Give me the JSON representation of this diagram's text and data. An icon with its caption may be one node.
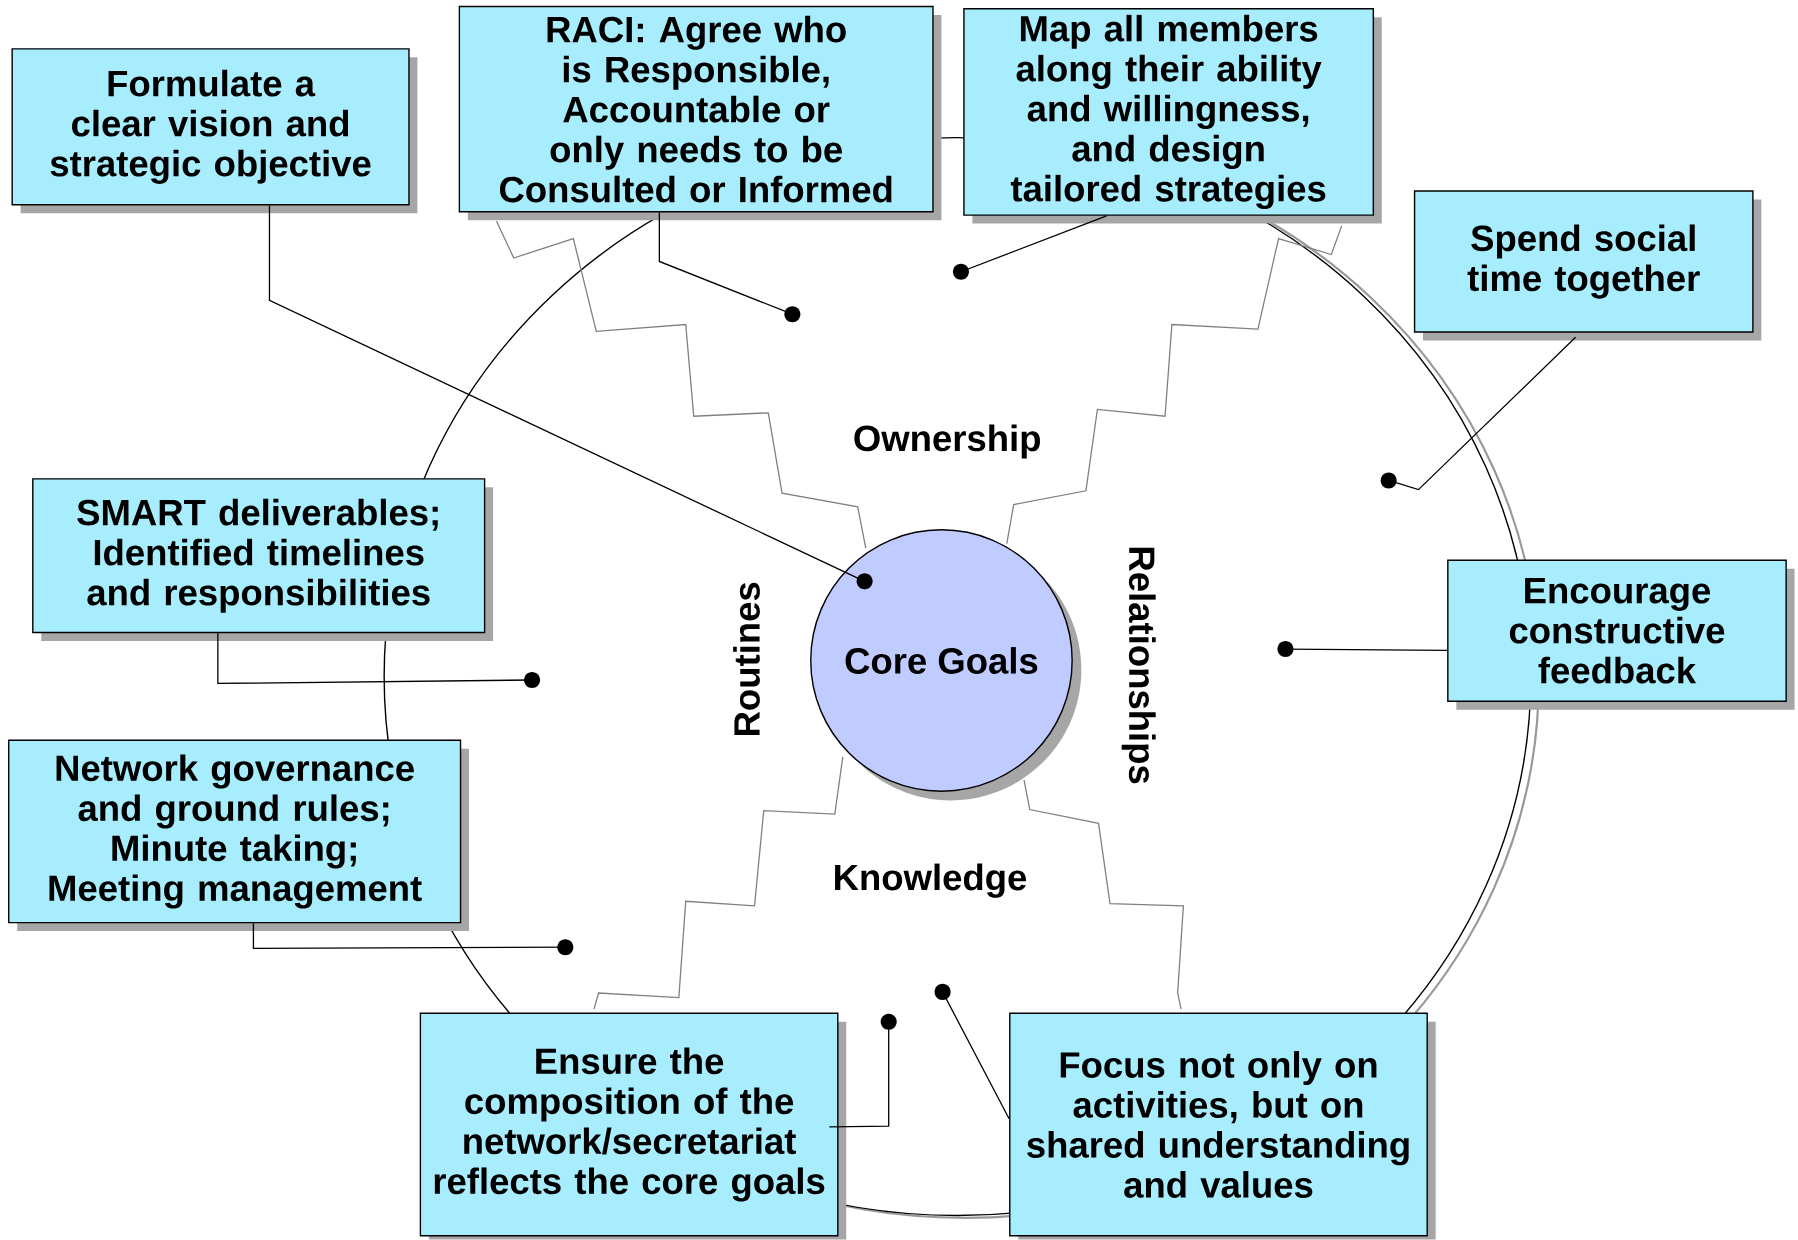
{
  "diagram": {
    "nodes": [
      {
        "text": [
          "Formulate a clear vision and strategic objective"
        ]
      },
      {
        "text": [
          "RACI: Agree who is Responsible, Accountable or only needs to be Consulted or Informed"
        ]
      },
      {
        "text": [
          "Map all members along their ability and willingness, and design tailored strategies"
        ]
      },
      {
        "text": [
          "Spend social time together"
        ]
      },
      {
        "text": [
          "SMART deliverables; Identified timelines and responsibilities"
        ]
      },
      {
        "text": [
          "Core Goals"
        ]
      },
      {
        "text": [
          "Encourage constructive feedback"
        ]
      },
      {
        "text": [
          "Network governance and ground rules; Minute taking; Meeting management"
        ]
      },
      {
        "text": [
          "Ensure the composition of the network/secretariat reflects the core goals"
        ]
      },
      {
        "text": [
          "Focus not only on activities, but on shared understanding and values"
        ]
      }
    ],
    "edges": [
      {
        "from": 0,
        "to": 5,
        "arrow": "other"
      },
      {
        "from": 1,
        "to": null,
        "arrow": "other"
      },
      {
        "from": 2,
        "to": null,
        "arrow": "other"
      },
      {
        "from": 3,
        "to": null,
        "arrow": "other"
      },
      {
        "from": 4,
        "to": null,
        "arrow": "other"
      },
      {
        "from": 6,
        "to": null,
        "arrow": "other"
      },
      {
        "from": 7,
        "to": null,
        "arrow": "other"
      },
      {
        "from": 8,
        "to": null,
        "arrow": "other"
      },
      {
        "from": 9,
        "to": null,
        "arrow": "other"
      }
    ],
    "labels": [
      "Ownership",
      "Routines",
      "Relationships",
      "Knowledge"
    ]
  }
}
